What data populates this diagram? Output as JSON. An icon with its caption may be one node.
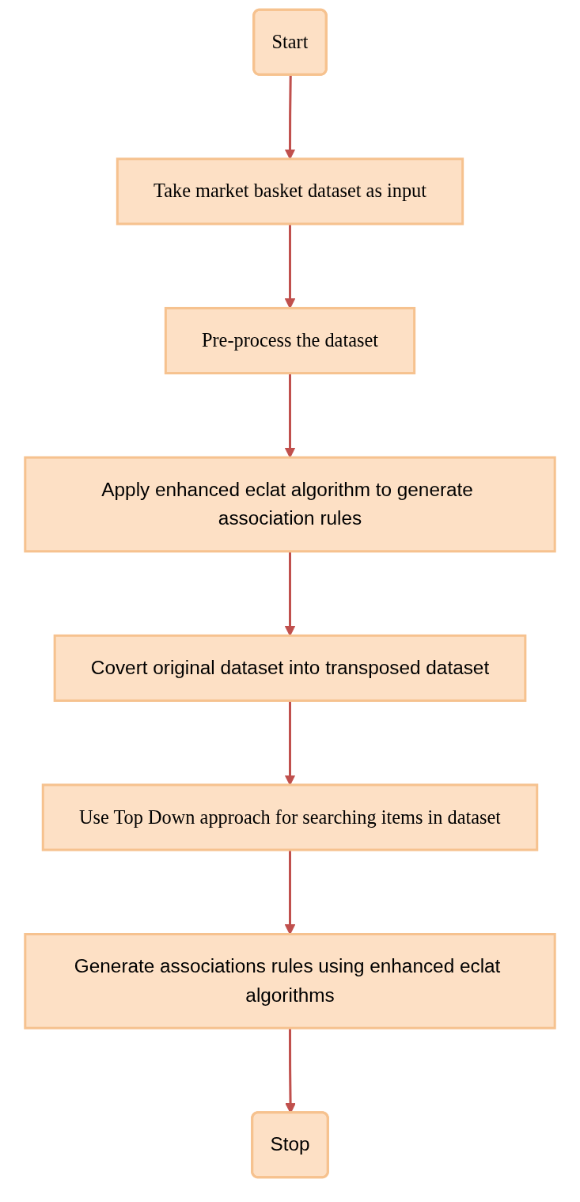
{
  "diagram": {
    "nodes": [
      {
        "text": [
          "Start"
        ]
      },
      {
        "text": [
          "Take market basket dataset as input"
        ]
      },
      {
        "text": [
          "Pre-process the dataset"
        ]
      },
      {
        "text": [
          "Apply enhanced eclat algorithm to generate association rules"
        ]
      },
      {
        "text": [
          "Covert original dataset into transposed dataset"
        ]
      },
      {
        "text": [
          "Use Top Down approach for searching items in dataset"
        ]
      },
      {
        "text": [
          "Generate associations rules using enhanced eclat algorithms"
        ]
      },
      {
        "text": [
          "Stop"
        ]
      }
    ],
    "edges": [
      {
        "from": 0,
        "to": 1,
        "arrow": "to"
      },
      {
        "from": 1,
        "to": 2,
        "arrow": "to"
      },
      {
        "from": 2,
        "to": 3,
        "arrow": "to"
      },
      {
        "from": 3,
        "to": 4,
        "arrow": "to"
      },
      {
        "from": 4,
        "to": 5,
        "arrow": "to"
      },
      {
        "from": 5,
        "to": 6,
        "arrow": "to"
      },
      {
        "from": 6,
        "to": 7,
        "arrow": "to"
      }
    ]
  }
}
